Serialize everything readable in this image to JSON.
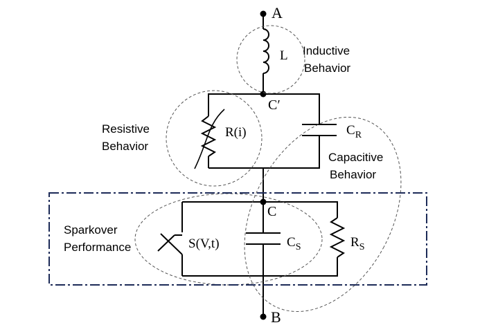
{
  "nodes": {
    "top": "A",
    "bottom": "B",
    "upper_junction": "C′",
    "lower_junction": "C"
  },
  "components": {
    "inductor": {
      "label": "L"
    },
    "nonlinear_resistor": {
      "label": "R(i)"
    },
    "capacitor_r": {
      "label_main": "C",
      "label_sub": "R"
    },
    "spark_switch": {
      "label": "S(V,t)"
    },
    "capacitor_s": {
      "label_main": "C",
      "label_sub": "S"
    },
    "resistor_s": {
      "label_main": "R",
      "label_sub": "S"
    }
  },
  "behaviors": {
    "inductive": [
      "Inductive",
      "Behavior"
    ],
    "resistive": [
      "Resistive",
      "Behavior"
    ],
    "capacitive": [
      "Capacitive",
      "Behavior"
    ],
    "sparkover": [
      "Sparkover",
      "Performance"
    ]
  }
}
